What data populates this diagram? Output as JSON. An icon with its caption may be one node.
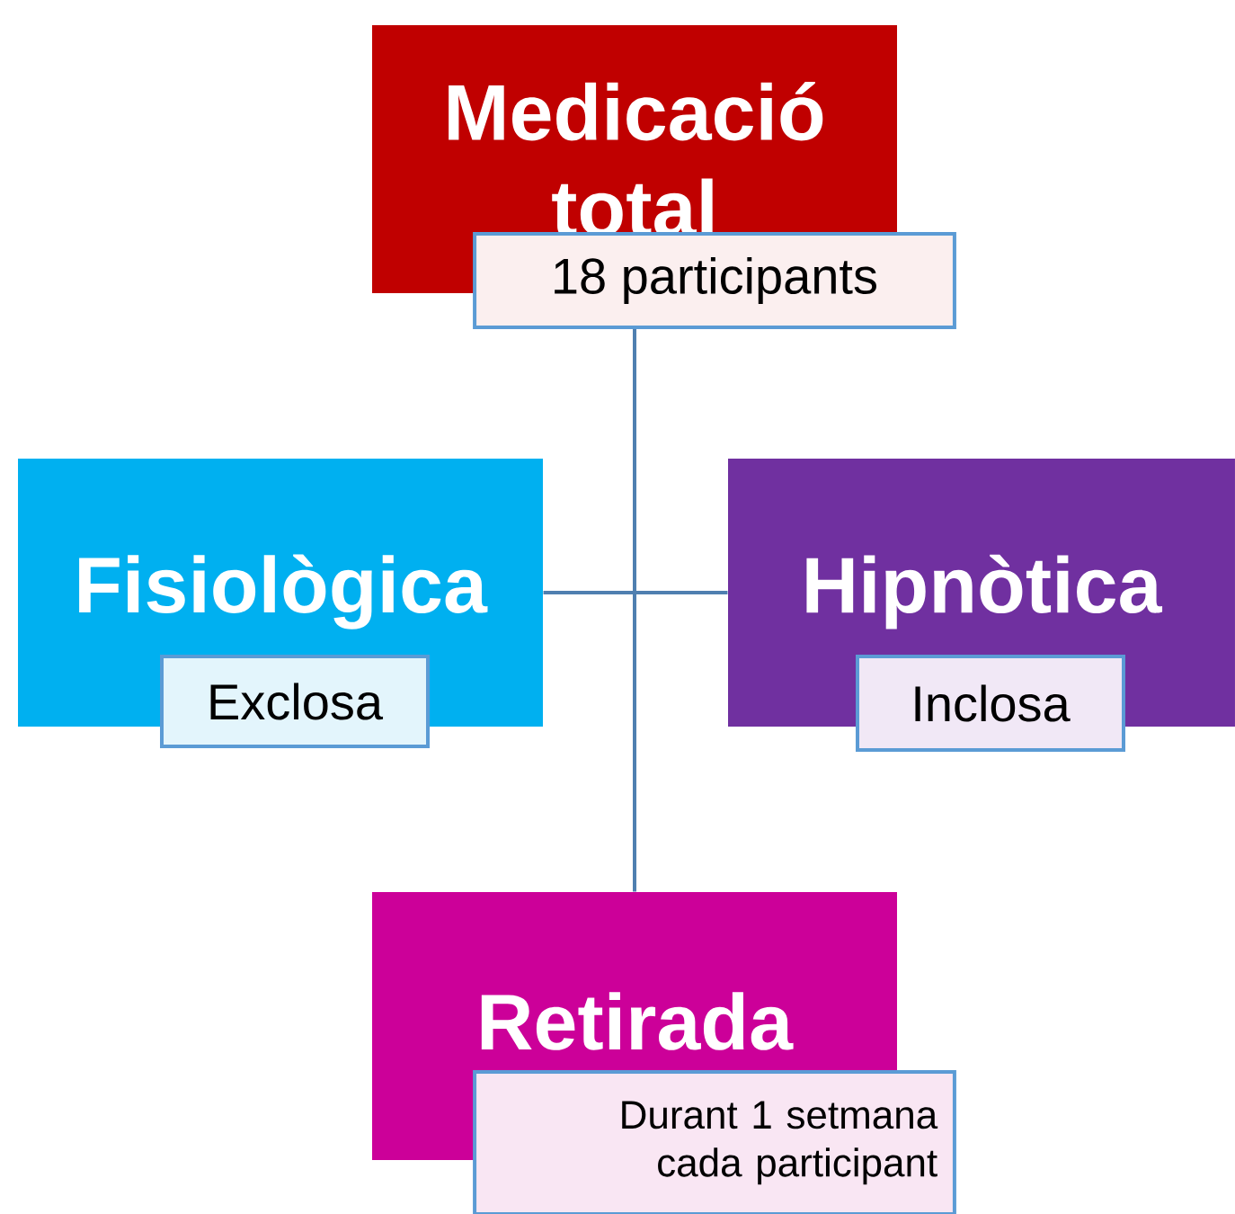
{
  "diagram": {
    "nodes": [
      {
        "text": [
          "Medicació total"
        ]
      },
      {
        "text": [
          "18 participants"
        ]
      },
      {
        "text": [
          "Fisiològica"
        ]
      },
      {
        "text": [
          "Exclosa"
        ]
      },
      {
        "text": [
          "Hipnòtica"
        ]
      },
      {
        "text": [
          "Inclosa"
        ]
      },
      {
        "text": [
          "Retirada"
        ]
      },
      {
        "text": [
          "Durant 1 setmana cada participant"
        ]
      }
    ],
    "edges": [
      {
        "from": 1,
        "to": 6,
        "arrow": "none"
      },
      {
        "from": 2,
        "to": 4,
        "arrow": "none"
      }
    ]
  }
}
